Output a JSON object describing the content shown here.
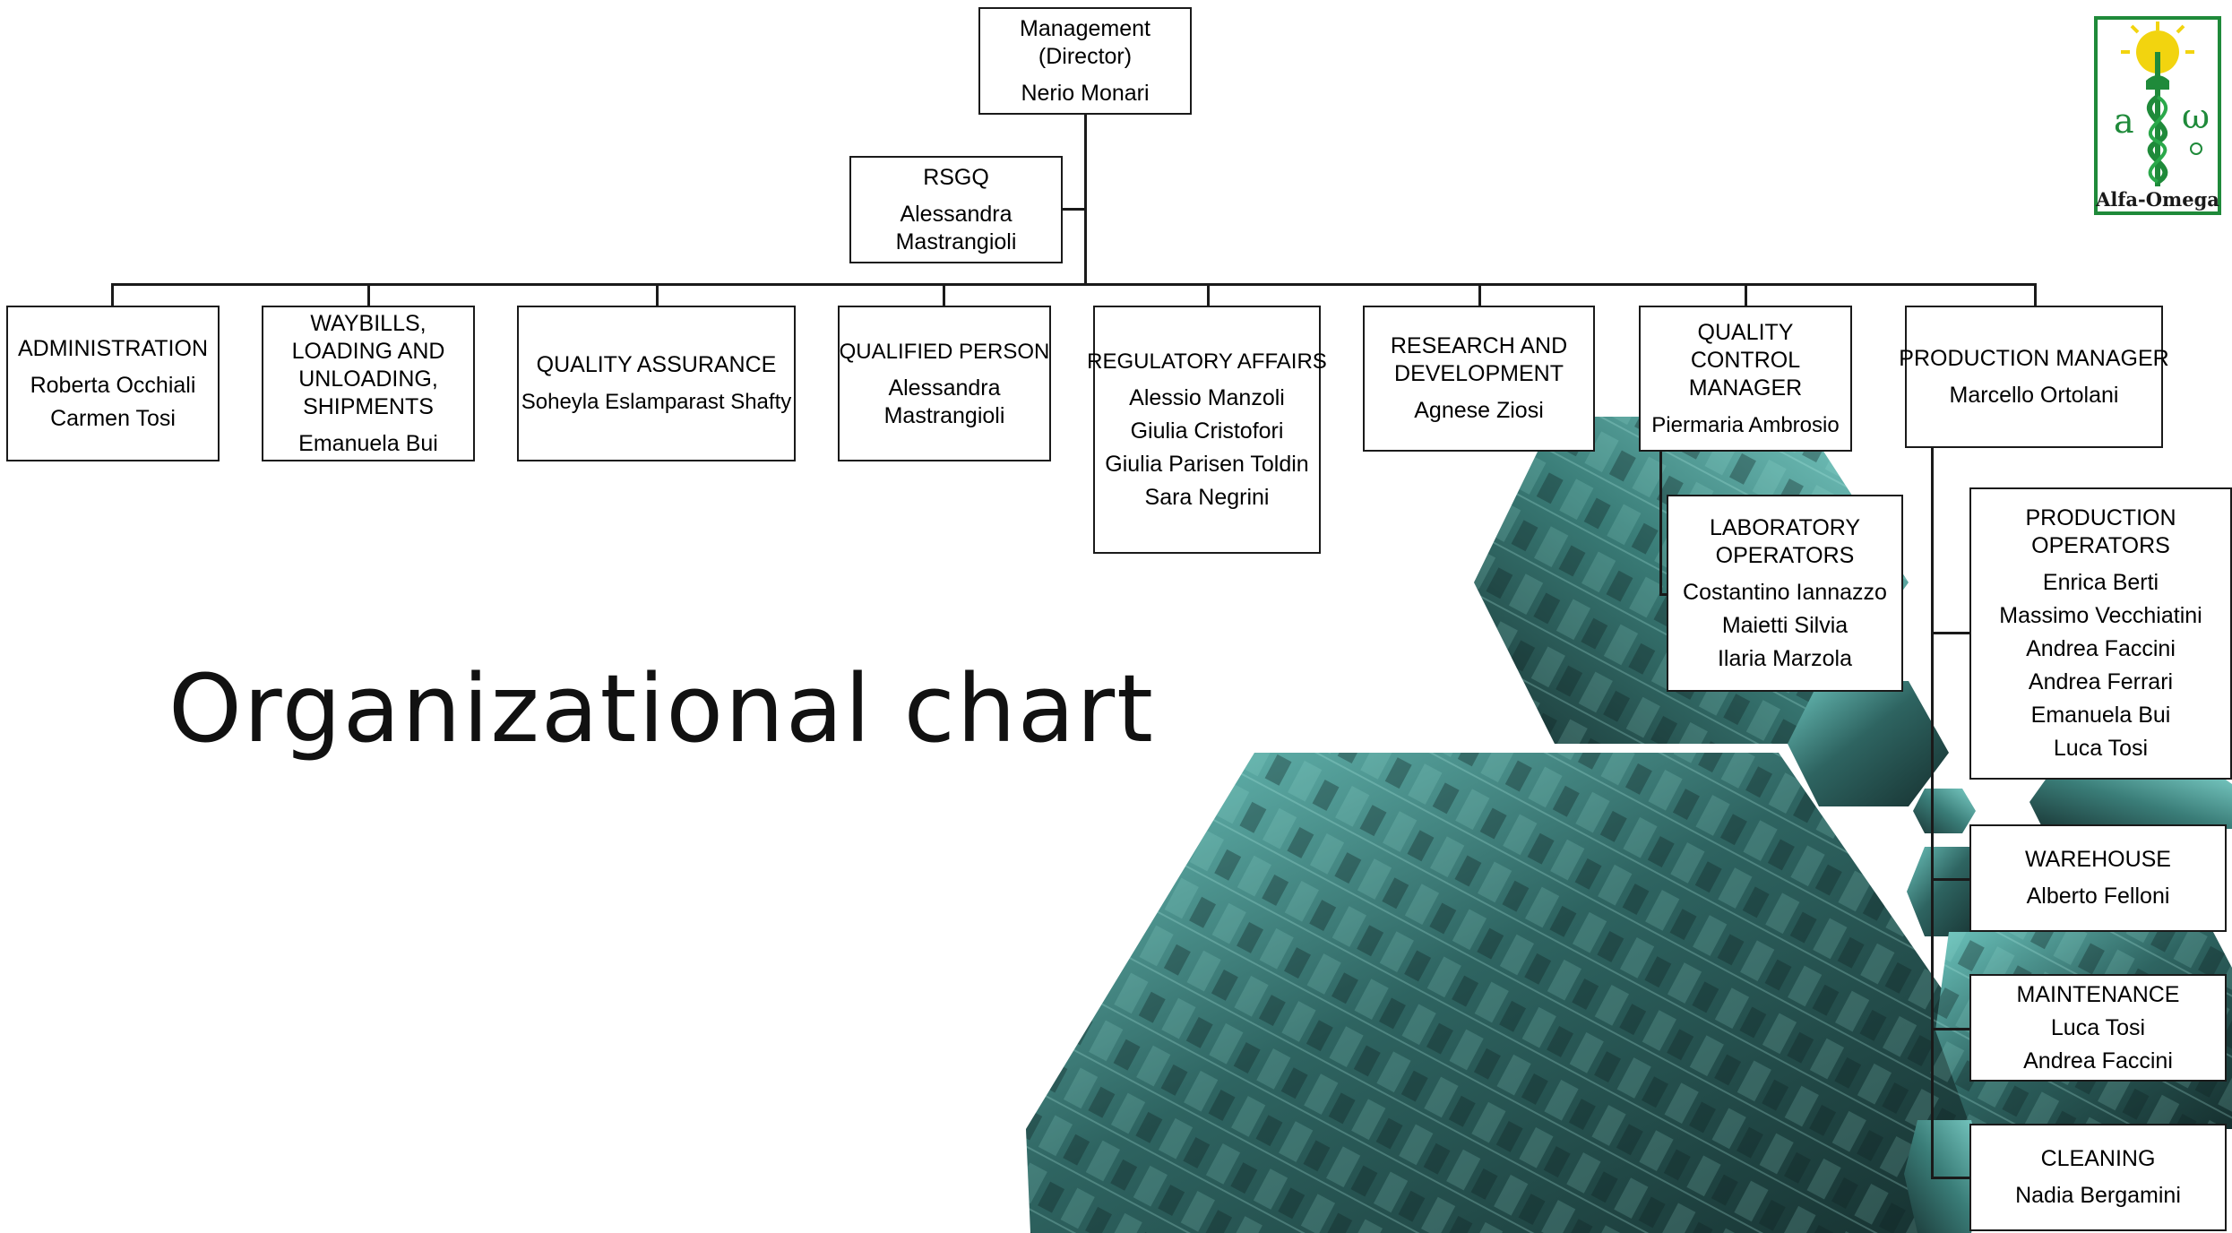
{
  "title": "Organizational chart",
  "logo": {
    "text": "Alfa-Omega",
    "icon": "caduceus-logo-icon"
  },
  "director": {
    "title": "Management (Director)",
    "names": [
      "Nerio Monari"
    ]
  },
  "rsgq": {
    "title": "RSGQ",
    "names": [
      "Alessandra Mastrangioli"
    ]
  },
  "departments": [
    {
      "id": "administration",
      "title": "ADMINISTRATION",
      "names": [
        "Roberta Occhiali",
        "Carmen Tosi"
      ]
    },
    {
      "id": "waybills",
      "title": "WAYBILLS, LOADING AND UNLOADING, SHIPMENTS",
      "names": [
        "Emanuela Bui"
      ]
    },
    {
      "id": "quality-assurance",
      "title": "QUALITY ASSURANCE",
      "names": [
        "Soheyla Eslamparast Shafty"
      ]
    },
    {
      "id": "qualified-person",
      "title": "QUALIFIED PERSON",
      "names": [
        "Alessandra Mastrangioli"
      ]
    },
    {
      "id": "regulatory-affairs",
      "title": "REGULATORY AFFAIRS",
      "names": [
        "Alessio Manzoli",
        "Giulia Cristofori",
        "Giulia Parisen Toldin",
        "Sara Negrini"
      ]
    },
    {
      "id": "research-development",
      "title": "RESEARCH AND DEVELOPMENT",
      "names": [
        "Agnese Ziosi"
      ]
    },
    {
      "id": "quality-control-manager",
      "title": "QUALITY CONTROL MANAGER",
      "names": [
        "Piermaria Ambrosio"
      ]
    },
    {
      "id": "production-manager",
      "title": "PRODUCTION MANAGER",
      "names": [
        "Marcello Ortolani"
      ]
    }
  ],
  "lab_operators": {
    "title": "LABORATORY OPERATORS",
    "names": [
      "Costantino Iannazzo",
      "Maietti Silvia",
      "Ilaria Marzola"
    ]
  },
  "production_units": [
    {
      "id": "production-operators",
      "title": "PRODUCTION OPERATORS",
      "names": [
        "Enrica Berti",
        "Massimo Vecchiatini",
        "Andrea Faccini",
        "Andrea Ferrari",
        "Emanuela Bui",
        "Luca Tosi"
      ]
    },
    {
      "id": "warehouse",
      "title": "WAREHOUSE",
      "names": [
        "Alberto Felloni"
      ]
    },
    {
      "id": "maintenance",
      "title": "MAINTENANCE",
      "names": [
        "Luca Tosi",
        "Andrea Faccini"
      ]
    },
    {
      "id": "cleaning",
      "title": "CLEANING",
      "names": [
        "Nadia Bergamini"
      ]
    }
  ],
  "colors": {
    "photo_tint": "#5fb8b2",
    "photo_dark": "#1d3434",
    "logo_green": "#1f8a3a",
    "logo_yellow": "#f2d40f"
  }
}
